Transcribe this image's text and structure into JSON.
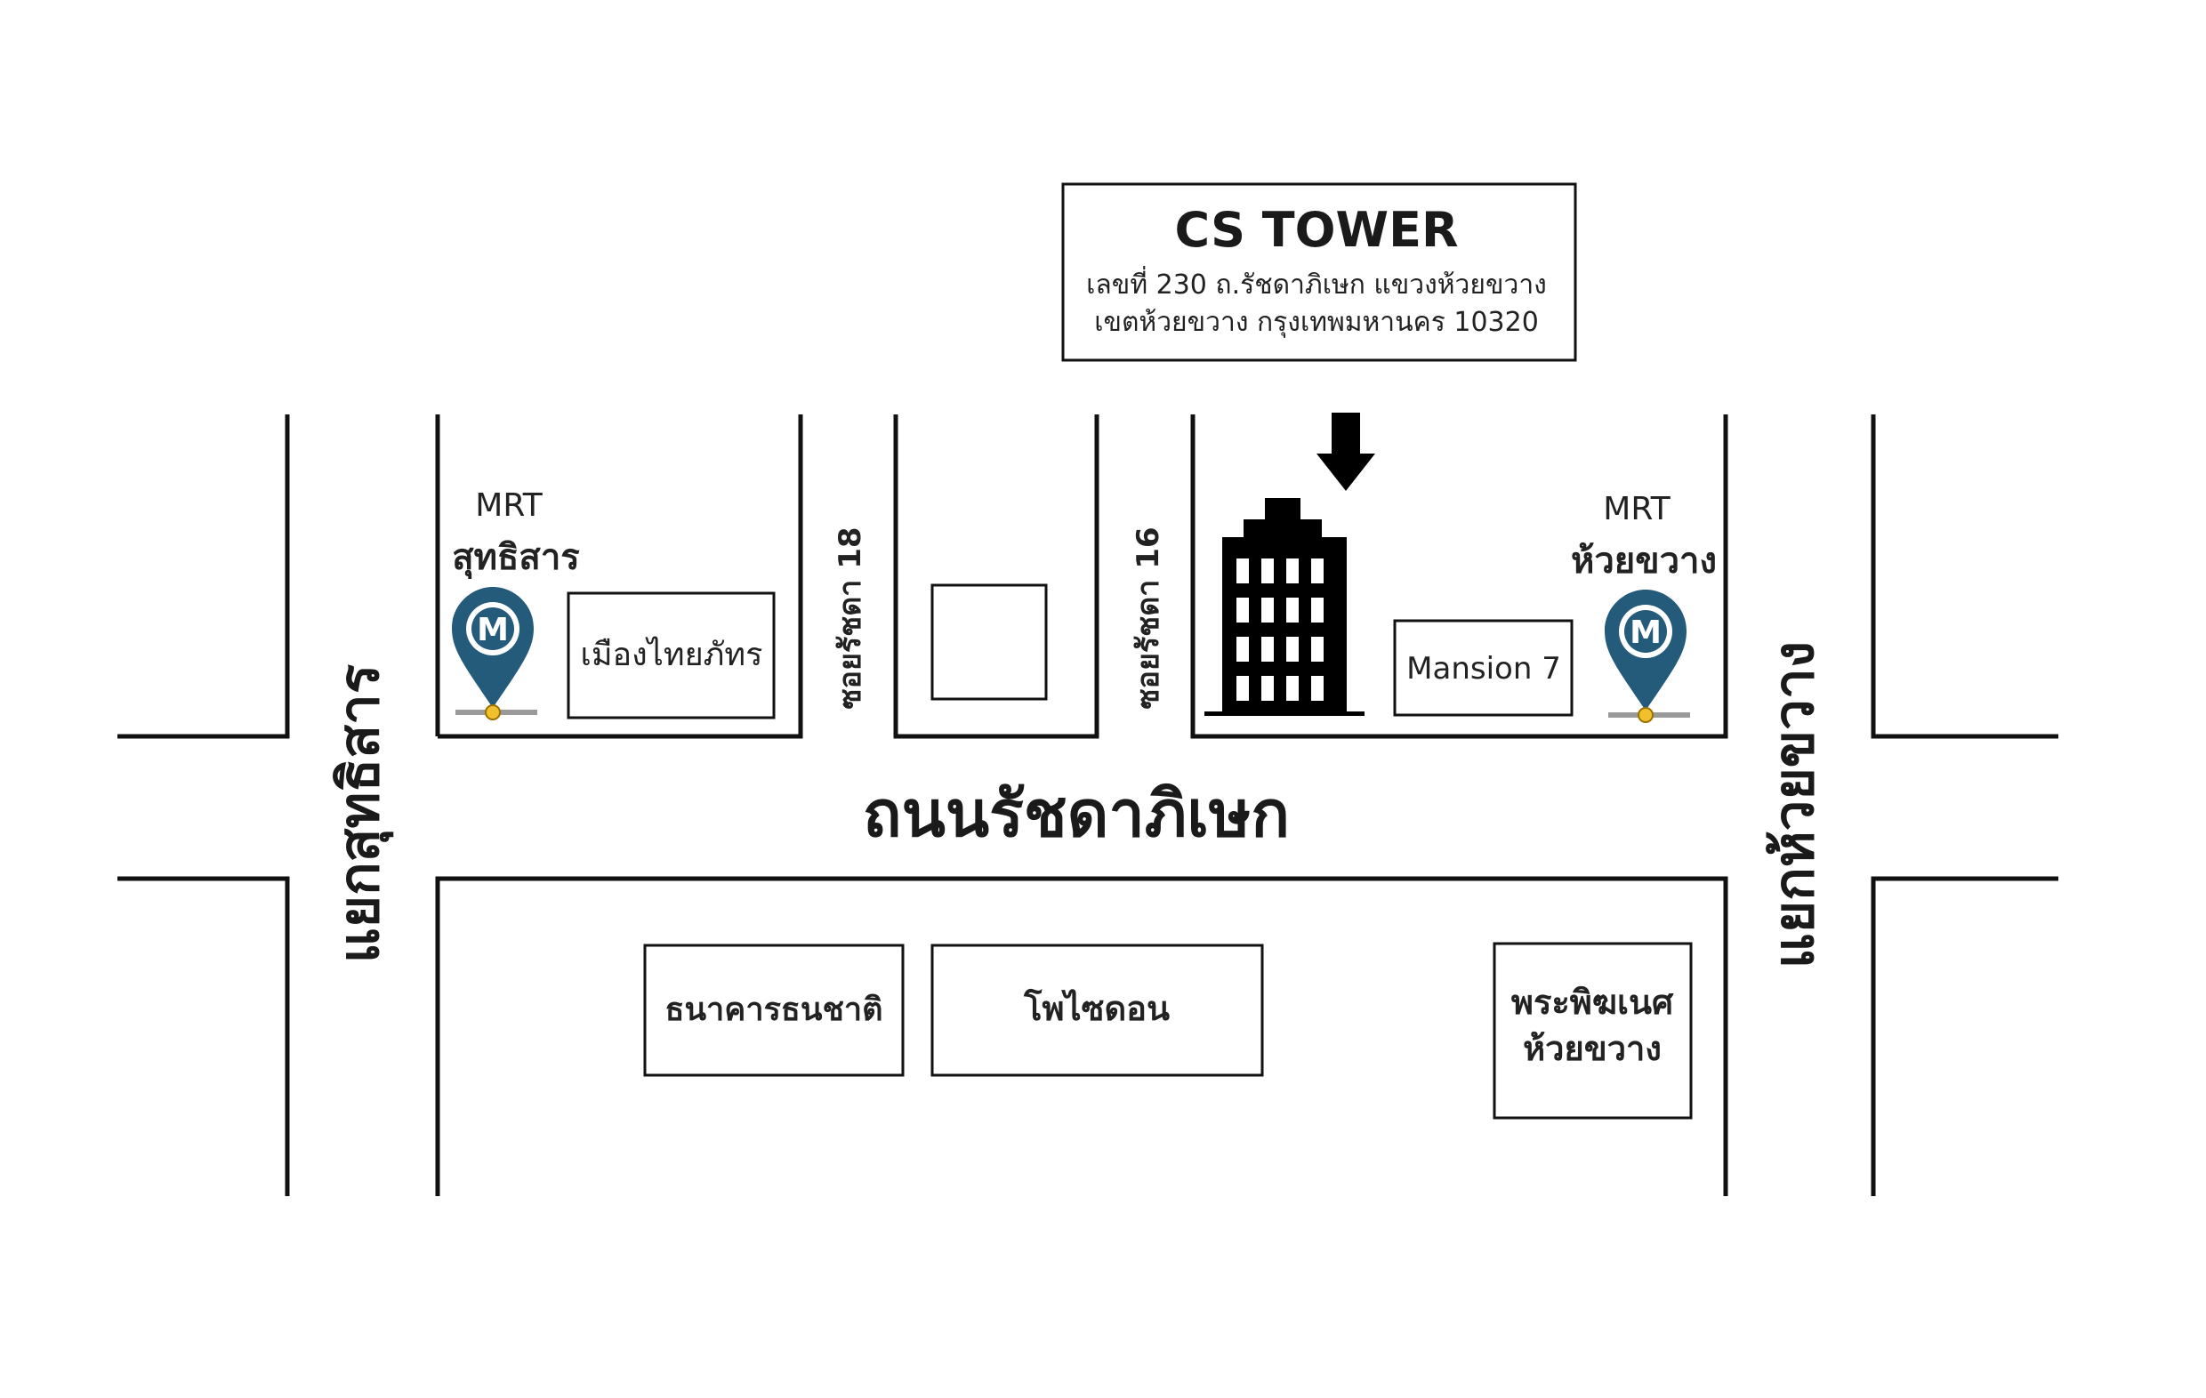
{
  "building": {
    "name": "CS TOWER",
    "address_line1": "เลขที่ 230 ถ.รัชดาภิเษก แขวงห้วยขวาง",
    "address_line2": "เขตห้วยขวาง กรุงเทพมหานคร 10320"
  },
  "roads": {
    "main": "ถนนรัชดาภิเษก",
    "left_intersection": "แยกสุทธิสาร",
    "right_intersection": "แยกห้วยขวาง",
    "soi_18": "ซอยรัชดา 18",
    "soi_16": "ซอยรัชดา 16"
  },
  "stations": {
    "left": {
      "line": "MRT",
      "name": "สุทธิสาร",
      "icon": "metro-pin-icon",
      "badge": "M"
    },
    "right": {
      "line": "MRT",
      "name": "ห้วยขวาง",
      "icon": "metro-pin-icon",
      "badge": "M"
    }
  },
  "landmarks": {
    "muang_thai": "เมืองไทยภัทร",
    "mansion": "Mansion 7",
    "bank": "ธนาคารธนชาติ",
    "pizza": "โพไซดอน",
    "shrine_line1": "พระพิฆเนศ",
    "shrine_line2": "ห้วยขวาง"
  },
  "colors": {
    "line": "#111111",
    "metro_pin": "#245a7a",
    "metro_station_dot": "#f2c02c",
    "metro_track": "#9a9a9a"
  }
}
